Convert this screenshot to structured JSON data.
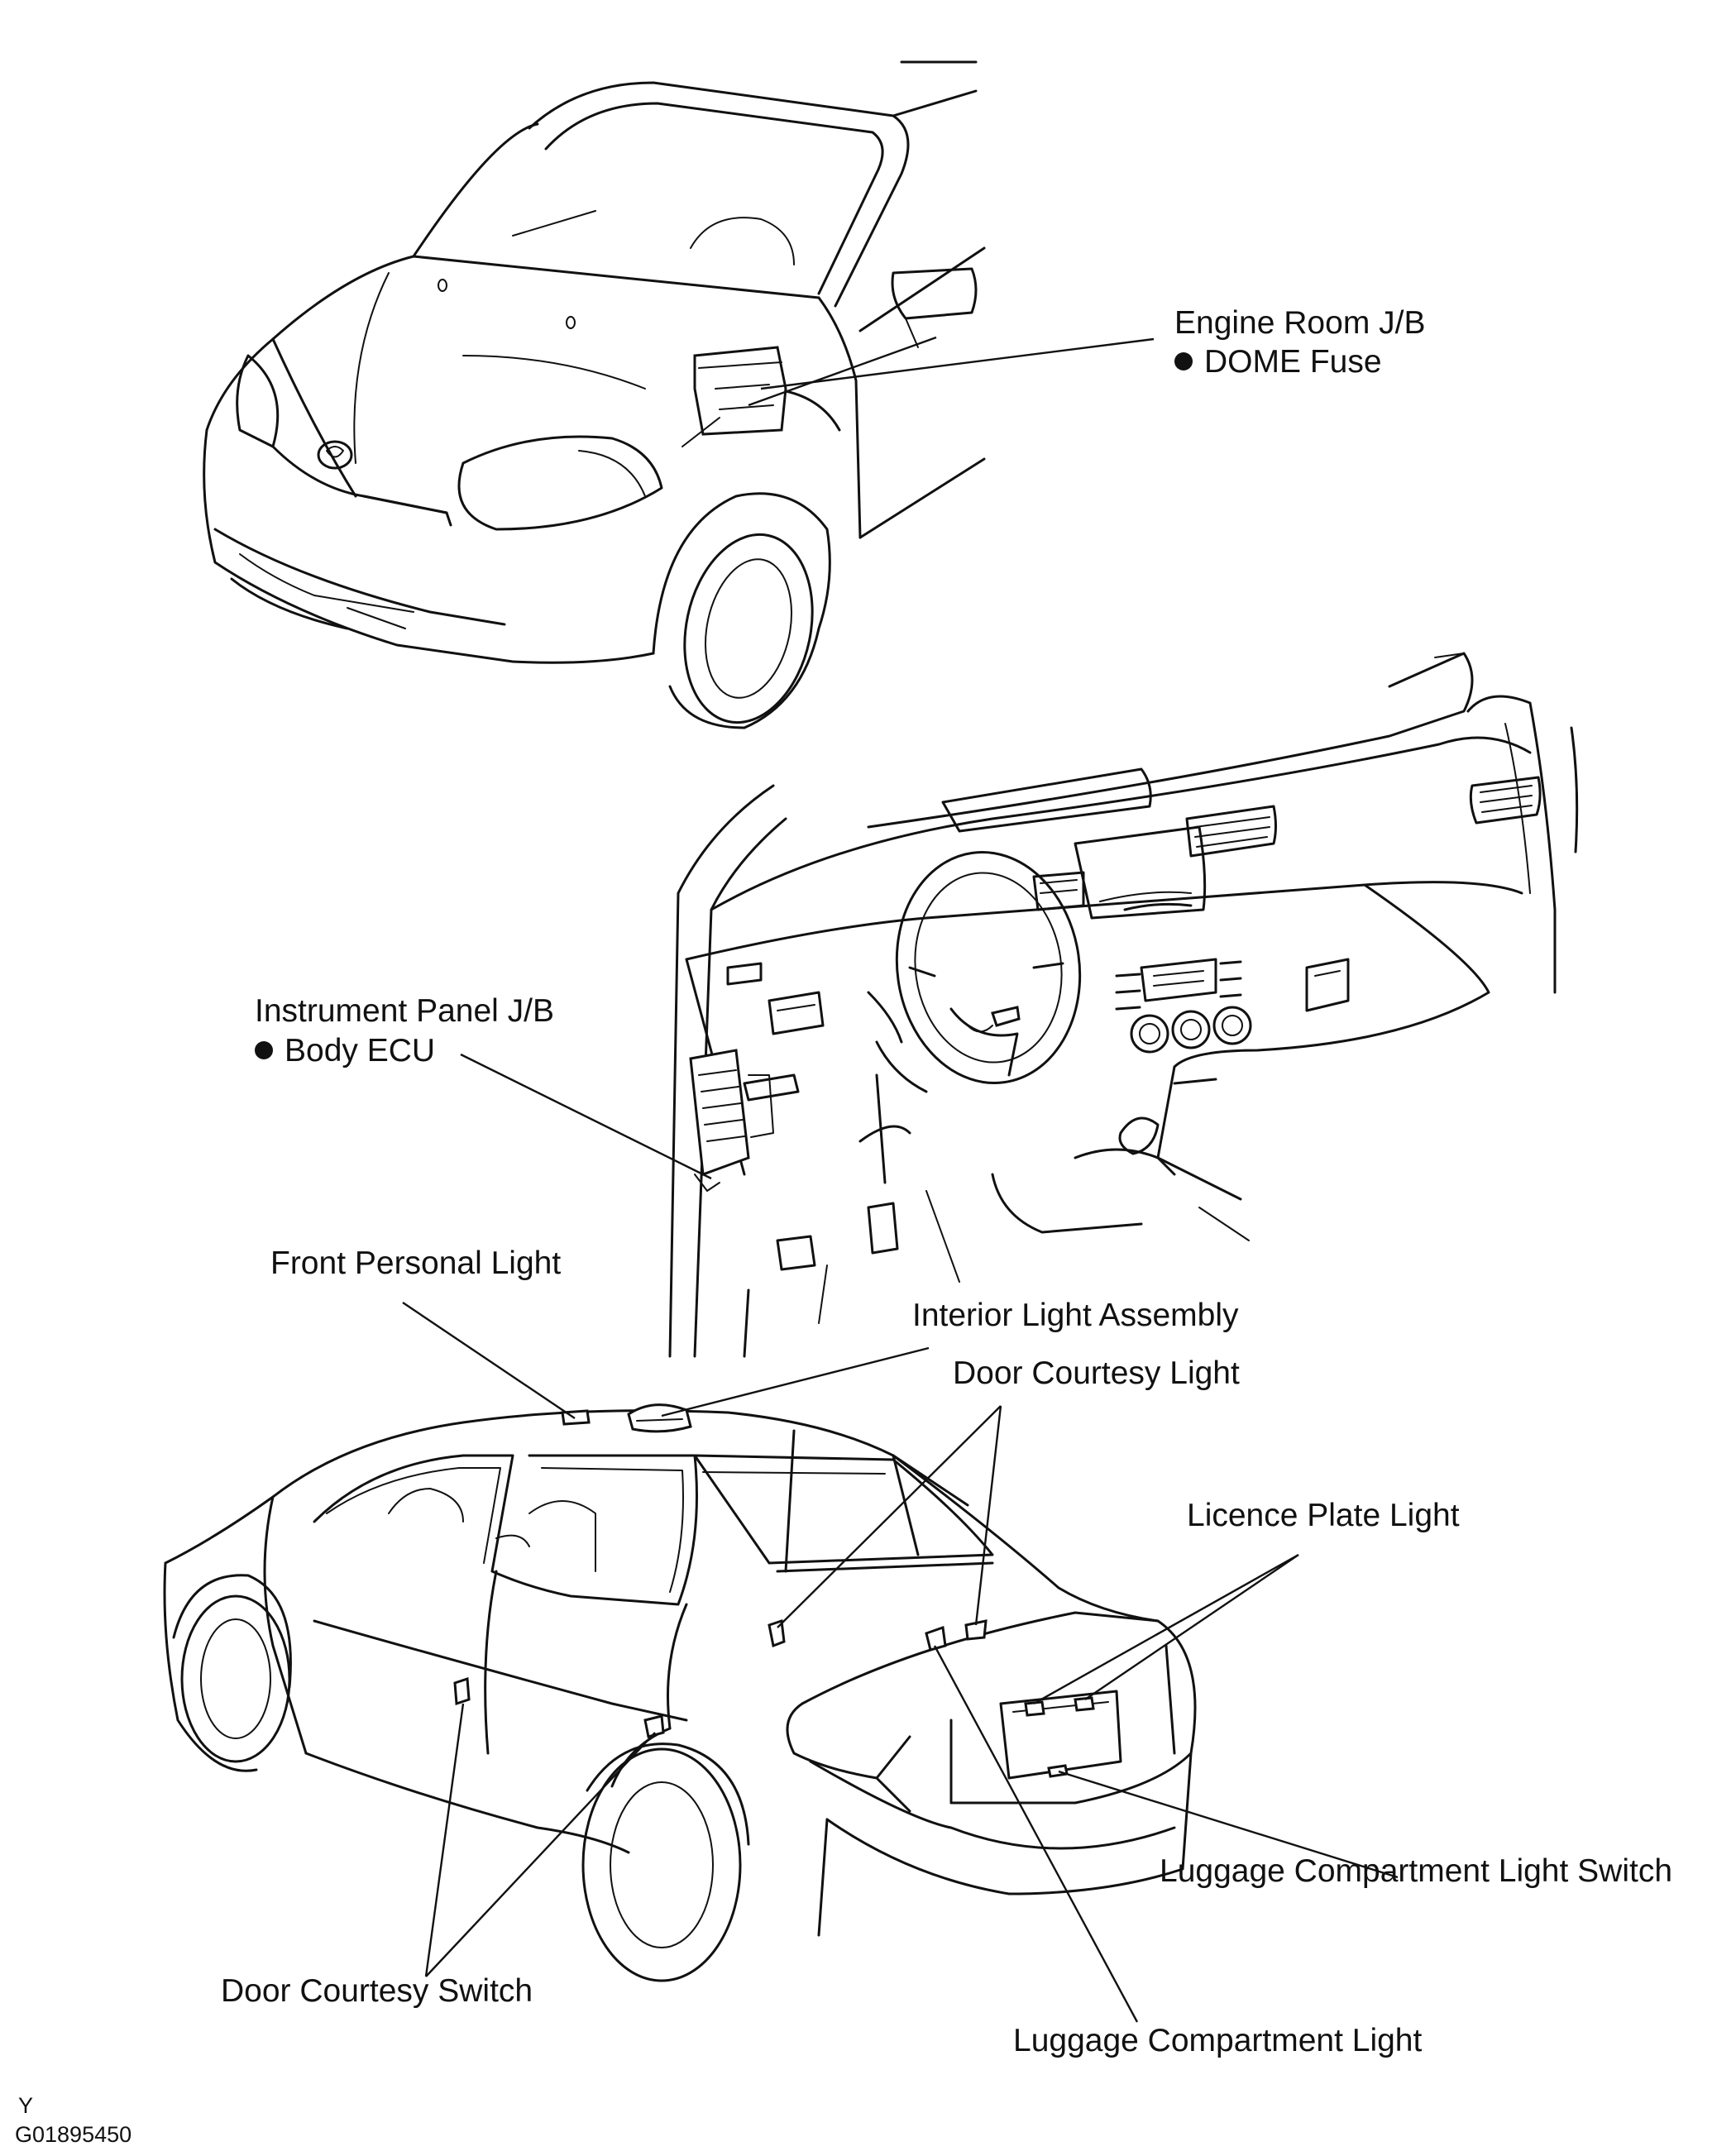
{
  "labels": {
    "engine_room_jb": "Engine Room J/B",
    "dome_fuse": "DOME Fuse",
    "instrument_panel_jb": "Instrument Panel J/B",
    "body_ecu": "Body ECU",
    "front_personal_light": "Front Personal Light",
    "interior_light_assembly": "Interior Light Assembly",
    "door_courtesy_light": "Door Courtesy Light",
    "licence_plate_light": "Licence Plate Light",
    "luggage_compartment_light_switch": "Luggage Compartment Light Switch",
    "door_courtesy_switch": "Door Courtesy Switch",
    "luggage_compartment_light": "Luggage Compartment Light"
  },
  "footer": {
    "mark": "Y",
    "figure_code": "G01895450"
  },
  "colors": {
    "line": "#111111",
    "background": "#ffffff"
  }
}
